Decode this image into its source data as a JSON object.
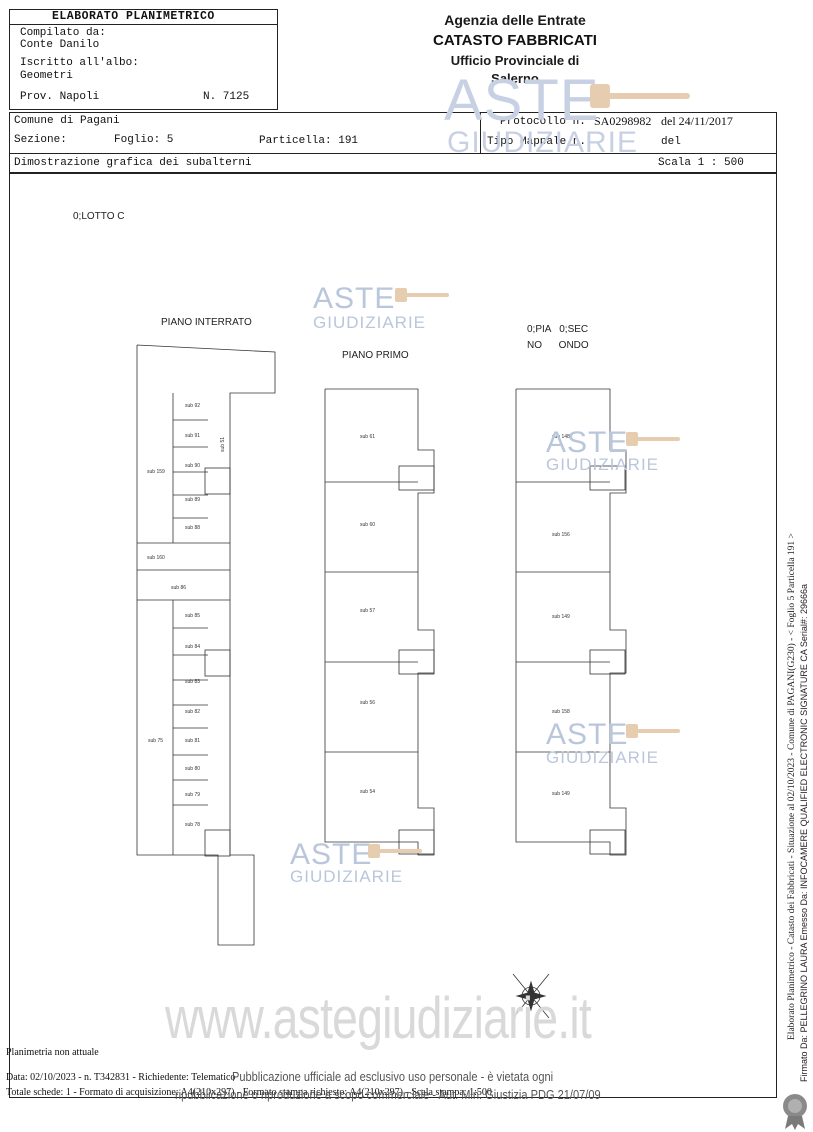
{
  "header": {
    "title": "ELABORATO PLANIMETRICO",
    "compilato_label": "Compilato da:",
    "compilato_name": "Conte Danilo",
    "iscritto_label": "Iscritto all'albo:",
    "iscritto_value": "Geometri",
    "prov_label": "Prov. Napoli",
    "prov_number": "N. 7125",
    "agency_line1": "Agenzia delle Entrate",
    "agency_line2": "CATASTO FABBRICATI",
    "agency_line3": "Ufficio Provinciale di",
    "agency_line4": "Salerno"
  },
  "info": {
    "comune": "Comune di Pagani",
    "protocollo_label": "Protocollo n.",
    "protocollo_value": "SA0298982",
    "protocollo_del": "del 24/11/2017",
    "sezione_label": "Sezione:",
    "foglio": "Foglio: 5",
    "particella": "Particella: 191",
    "tipo_mappale": "Tipo Mappale n.",
    "tipo_del": "del",
    "dimostrazione": "Dimostrazione grafica dei subalterni",
    "scala": "Scala 1 : 500"
  },
  "drawing": {
    "lotto": "0;LOTTO  C",
    "piano_interrato": "PIANO INTERRATO",
    "piano_primo": "PIANO PRIMO",
    "piano_secondo_line1": "0;PIA   0;SEC",
    "piano_secondo_line2": "NO      ONDO",
    "interrato_subs": [
      "sub 92",
      "sub 91",
      "sub 90",
      "sub 89",
      "sub 88",
      "sub 159",
      "sub 160",
      "sub 86",
      "sub 85",
      "sub 84",
      "sub 83",
      "sub 82",
      "sub 81",
      "sub 75",
      "sub 80",
      "sub 79",
      "sub 78",
      "sub 51"
    ],
    "primo_subs": [
      "sub 61",
      "sub 60",
      "sub 57",
      "sub 56",
      "sub 54"
    ],
    "secondo_subs": [
      "sub 148",
      "sub 156",
      "sub 149",
      "sub 158",
      "sub 149"
    ]
  },
  "watermarks": {
    "aste": "ASTE",
    "giudiziarie": "GIUDIZIARIE",
    "site": "www.astegiudiziarie.it",
    "pub_line1": "Pubblicazione ufficiale ad esclusivo uso personale - è vietata ogni",
    "pub_line2": "ripubblicazione o riproduzione a scopo commerciale - Aut. Min. Giustizia PDG 21/07/09"
  },
  "footer": {
    "planimetria": "Planimetria non attuale",
    "data_line": "Data: 02/10/2023 - n. T342831 - Richiedente: Telematico",
    "totale_line": "Totale schede: 1 - Formato di acquisizione: A4(210x297) - Formato stampa richiesto: A4(210x297) - Scala stampa: 1:500"
  },
  "sidebar": {
    "line1": "Elaborato Planimetrico - Catasto dei Fabbricati - Situazione al 02/10/2023 - Comune di PAGANI(G230) - < Foglio 5 Particella 191 >",
    "line2": "Firmato Da: PELLEGRINO LAURA Emesso Da: INFOCAMERE QUALIFIED ELECTRONIC SIGNATURE CA Serial#: 29666a"
  },
  "colors": {
    "watermark": "#b9c6dc",
    "gavel": "#e7cdb0",
    "line": "#222222"
  }
}
